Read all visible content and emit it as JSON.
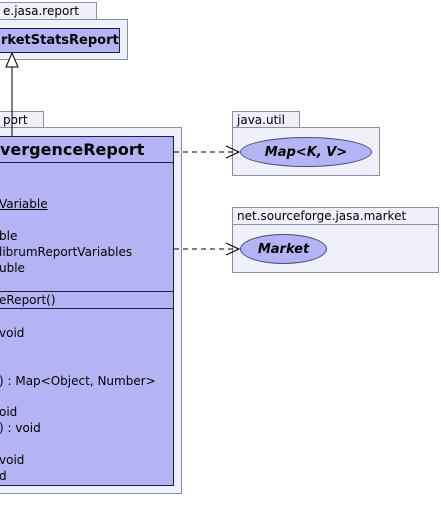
{
  "packages": {
    "top": {
      "label": "e.jasa.report"
    },
    "main": {
      "label": "port"
    },
    "java_util": {
      "label": "java.util"
    },
    "market_pkg": {
      "label": "net.sourceforge.jasa.market"
    }
  },
  "classes": {
    "top_class": {
      "title": "rketStatsReport"
    },
    "main_class": {
      "title": "vergenceReport",
      "attributes": [
        "Variable",
        "ble",
        "librumReportVariables",
        "uble"
      ],
      "constructors": [
        "eReport()"
      ],
      "methods": [
        " void",
        ") : Map<Object, Number>",
        "oid",
        ") : void",
        " void",
        "d"
      ]
    }
  },
  "interfaces": {
    "map": {
      "label": "Map<K, V>"
    },
    "market": {
      "label": "Market"
    }
  },
  "colors": {
    "class_fill": "#b4b4f5",
    "package_fill": "#f0f0fa",
    "border": "#1e1e3c"
  }
}
